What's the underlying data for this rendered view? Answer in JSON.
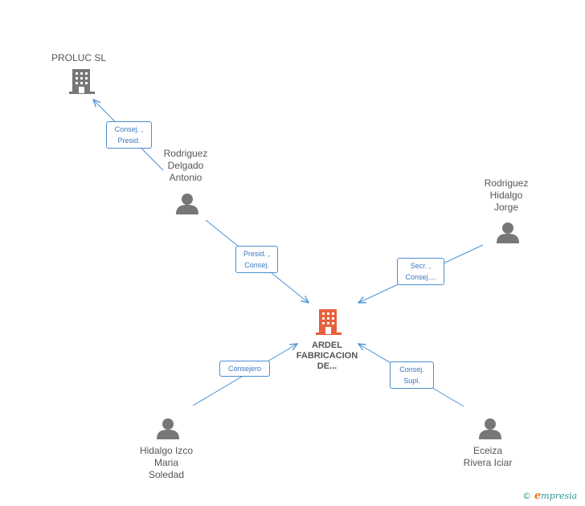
{
  "nodes": {
    "proluc": {
      "label": "PROLUC SL",
      "type": "company"
    },
    "delgado": {
      "label": "Rodriguez\nDelgado\nAntonio",
      "type": "person"
    },
    "hidalgo_jorge": {
      "label": "Rodriguez\nHidalgo\nJorge",
      "type": "person"
    },
    "ardel": {
      "label": "ARDEL\nFABRICACION\nDE...",
      "type": "company-main"
    },
    "izco": {
      "label": "Hidalgo Izco\nMaria\nSoledad",
      "type": "person"
    },
    "eceiza": {
      "label": "Eceiza\nRivera Iciar",
      "type": "person"
    }
  },
  "edges": {
    "delgado_proluc": "Consej. ,\nPresid.",
    "delgado_ardel": "Presid. ,\nConsej.",
    "jorge_ardel": "Secr. ,\nConsej....",
    "izco_ardel": "Consejero",
    "eceiza_ardel": "Consej.\nSupl."
  },
  "colors": {
    "edge": "#4a8fd4",
    "icon": "#777777",
    "main_company": "#e8603c"
  },
  "brand": {
    "copyright": "©",
    "name": "mpresia",
    "initial": "e"
  }
}
